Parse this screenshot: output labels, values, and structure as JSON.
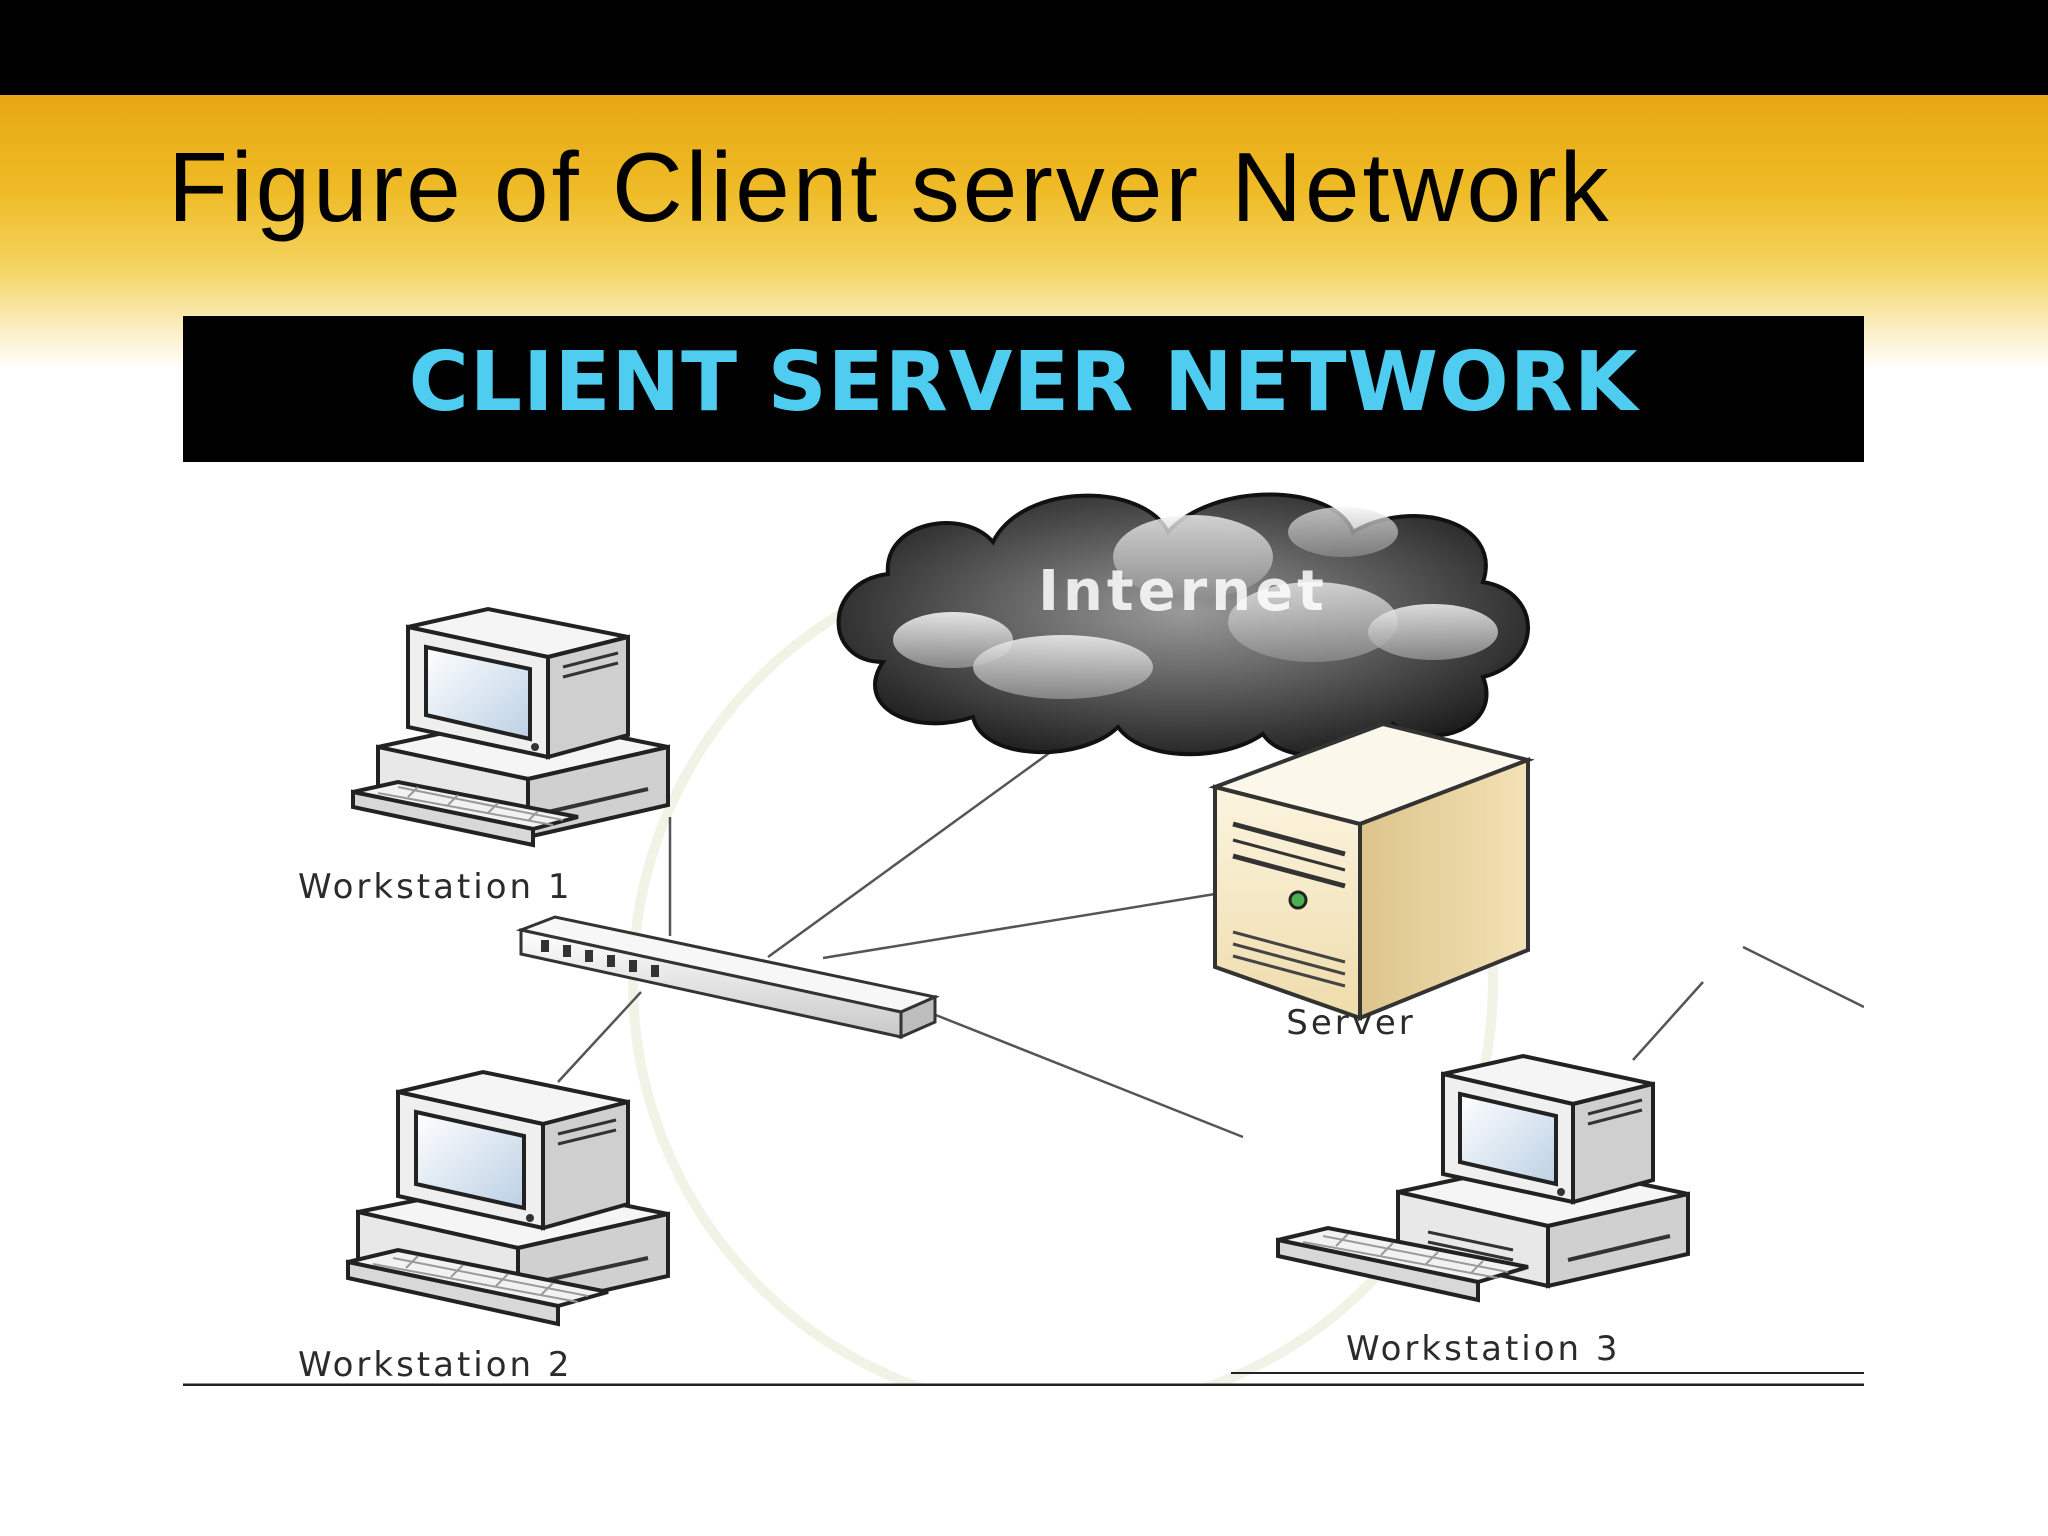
{
  "slide": {
    "title": "Figure of Client server Network"
  },
  "banner": {
    "text": "CLIENT SERVER NETWORK"
  },
  "diagram": {
    "cloud_label": "Internet",
    "nodes": {
      "workstation_1": "Workstation 1",
      "workstation_2": "Workstation 2",
      "workstation_3": "Workstation 3",
      "server": "Server"
    }
  },
  "colors": {
    "banner_text": "#4fcdf1",
    "header_gold": "#efbb26"
  }
}
